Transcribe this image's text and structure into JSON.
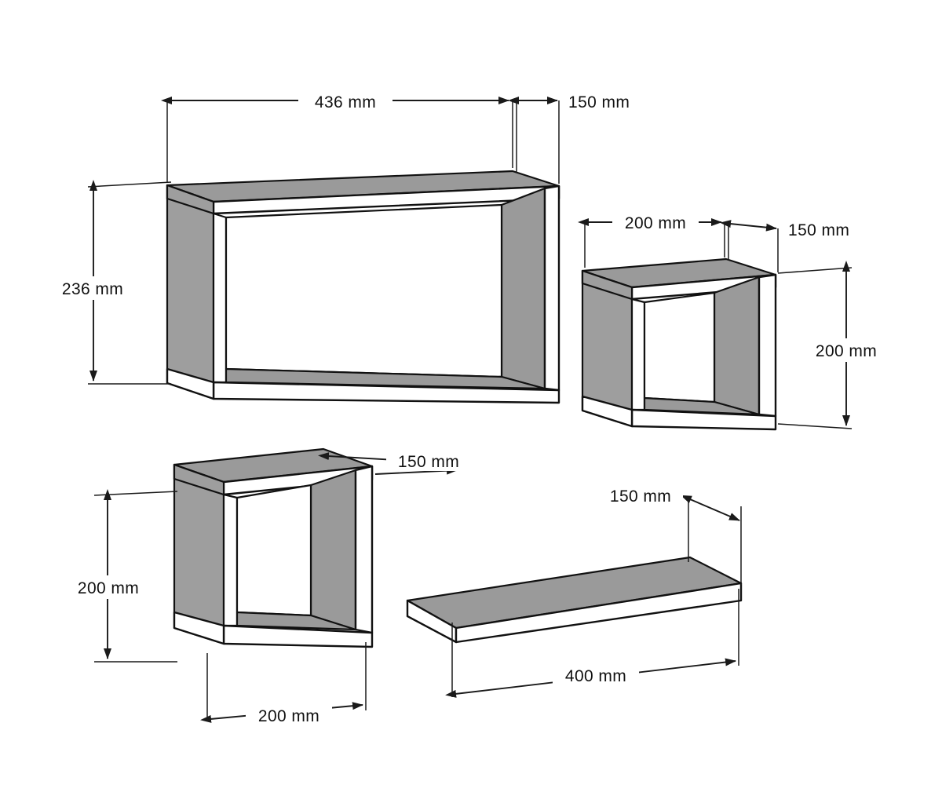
{
  "drawing": {
    "title": "Wall Shelf Set Dimensioned Drawing",
    "units": "mm",
    "background_color": "#ffffff",
    "line_color": "#111111",
    "shaded_face_color": "#9a9a9a",
    "front_face_color": "#ffffff"
  },
  "items": [
    {
      "id": "large-rectangular-shelf",
      "name": "Large rectangular open shelf box",
      "position": "top-left",
      "dimensions": {
        "width_label": "436 mm",
        "depth_label": "150 mm",
        "height_label": "236 mm"
      }
    },
    {
      "id": "cube-shelf-upper-right",
      "name": "Small cube open shelf box",
      "position": "middle-right",
      "dimensions": {
        "width_label": "200 mm",
        "depth_label": "150 mm",
        "height_label": "200 mm"
      }
    },
    {
      "id": "cube-shelf-lower-left",
      "name": "Small cube open shelf box",
      "position": "bottom-left",
      "dimensions": {
        "width_label": "200 mm",
        "depth_label": "150 mm",
        "height_label": "200 mm"
      }
    },
    {
      "id": "flat-plank-shelf",
      "name": "Flat plank shelf board",
      "position": "bottom-right",
      "dimensions": {
        "length_label": "400 mm",
        "depth_label": "150 mm"
      }
    }
  ],
  "labels": {
    "large_width": "436 mm",
    "large_depth": "150 mm",
    "large_height": "236 mm",
    "cube_right_width": "200 mm",
    "cube_right_depth": "150 mm",
    "cube_right_height": "200 mm",
    "cube_left_depth": "150 mm",
    "cube_left_height": "200 mm",
    "cube_left_width": "200 mm",
    "plank_depth": "150 mm",
    "plank_length": "400 mm"
  }
}
